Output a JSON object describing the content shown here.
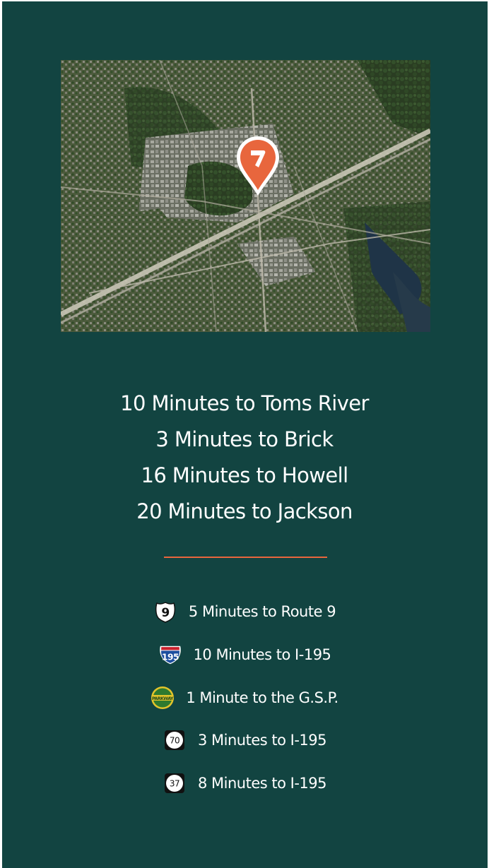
{
  "map": {
    "pin_icon": "location-pin-icon",
    "pin_color": "#e8663d"
  },
  "distances": [
    "10 Minutes to Toms River",
    "3 Minutes to Brick",
    "16 Minutes to Howell",
    "20 Minutes to Jackson"
  ],
  "routes": [
    {
      "icon": "us-route-shield-icon",
      "shield_text": "9",
      "label": "5 Minutes to Route 9"
    },
    {
      "icon": "interstate-shield-icon",
      "shield_text": "195",
      "label": "10 Minutes to I-195"
    },
    {
      "icon": "parkway-shield-icon",
      "shield_text": "PARKWAY",
      "label": "1 Minute to the G.S.P."
    },
    {
      "icon": "state-route-shield-icon",
      "shield_text": "70",
      "label": "3 Minutes to I-195"
    },
    {
      "icon": "state-route-shield-icon",
      "shield_text": "37",
      "label": "8 Minutes to I-195"
    }
  ],
  "colors": {
    "background": "#124441",
    "accent": "#e8663d",
    "text": "#ffffff"
  }
}
